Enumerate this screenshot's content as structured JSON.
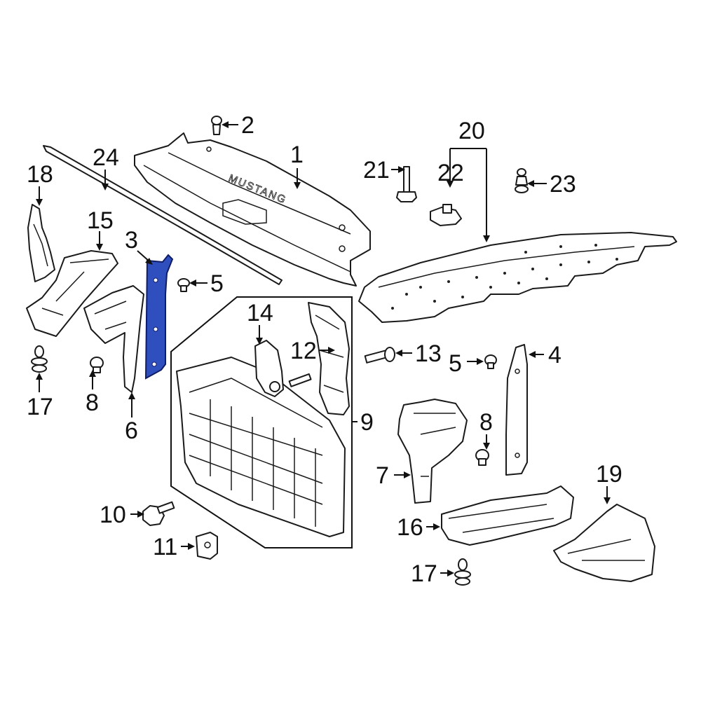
{
  "diagram": {
    "highlight_color": "#2f4fbf",
    "callouts": {
      "c1": "1",
      "c2": "2",
      "c3": "3",
      "c4": "4",
      "c5a": "5",
      "c5b": "5",
      "c6": "6",
      "c7": "7",
      "c8a": "8",
      "c8b": "8",
      "c9": "9",
      "c10": "10",
      "c11": "11",
      "c12": "12",
      "c13": "13",
      "c14": "14",
      "c15": "15",
      "c16": "16",
      "c17a": "17",
      "c17b": "17",
      "c18": "18",
      "c19": "19",
      "c20": "20",
      "c21": "21",
      "c22": "22",
      "c23": "23",
      "c24": "24"
    },
    "embossed_text": "MUSTANG"
  }
}
